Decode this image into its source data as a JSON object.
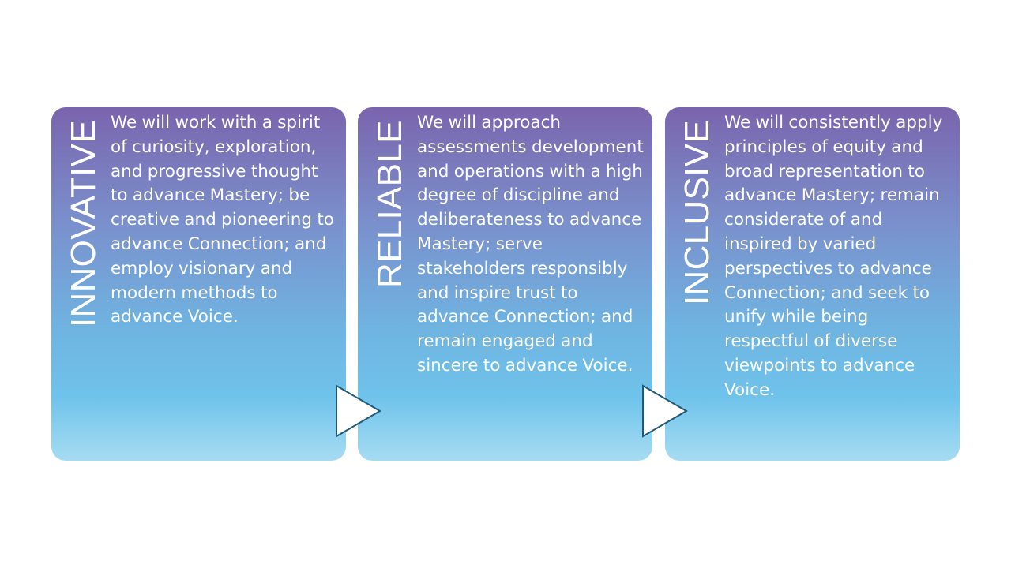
{
  "cards": [
    {
      "title": "INNOVATIVE",
      "body": "We will work with a spirit of curiosity, exploration, and progressive thought to advance Mastery; be creative and pioneering to advance Connection; and employ visionary and modern methods to advance Voice."
    },
    {
      "title": "RELIABLE",
      "body": "We will approach assessments development and operations with a high degree of discipline and deliberateness to advance Mastery; serve stakeholders responsibly and inspire trust to advance Connection; and remain engaged and sincere to advance Voice."
    },
    {
      "title": "INCLUSIVE",
      "body": "We will consistently apply principles of equity and broad representation to advance Mastery; remain considerate of and inspired by varied perspectives to advance Connection; and seek to unify while being respectful of diverse viewpoints to advance Voice."
    }
  ],
  "colors": {
    "card_top": "#7a64ad",
    "card_bottom": "#a6dcf2",
    "arrow_fill": "#ffffff",
    "arrow_stroke": "#1f5a78",
    "text": "#ffffff"
  },
  "icons": {
    "connector": "chevron-right-triangle-icon"
  }
}
